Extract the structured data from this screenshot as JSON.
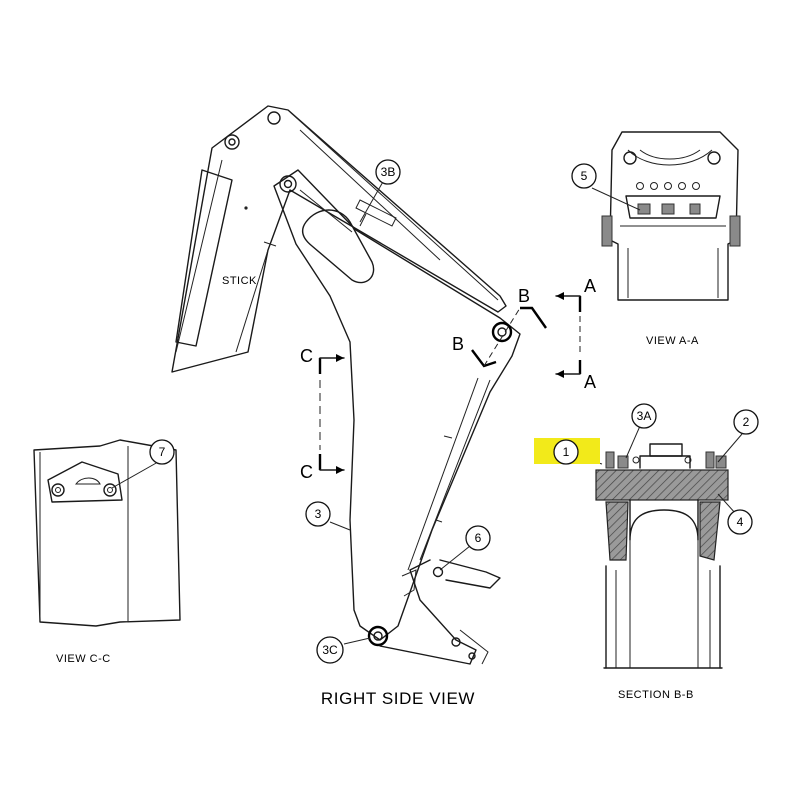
{
  "main_title": "RIGHT SIDE VIEW",
  "labels": {
    "stick": "STICK",
    "view_aa": "VIEW  A-A",
    "view_cc": "VIEW  C-C",
    "section_bb": "SECTION  B-B"
  },
  "section_markers": {
    "a_top": "A",
    "a_bottom": "A",
    "b_top": "B",
    "b_bottom": "B",
    "c_top": "C",
    "c_bottom": "C"
  },
  "callouts": {
    "c1": "1",
    "c2": "2",
    "c3": "3",
    "c3a": "3A",
    "c3b": "3B",
    "c3c": "3C",
    "c4": "4",
    "c5": "5",
    "c6": "6",
    "c7": "7"
  },
  "highlight_color": "#f2ea1a"
}
